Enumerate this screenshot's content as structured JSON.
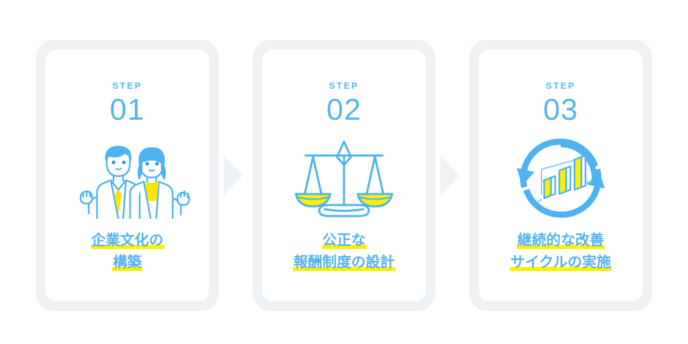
{
  "theme": {
    "accent_blue": "#59b4ef",
    "caption_blue": "#56b2ef",
    "highlight_yellow": "#fff000",
    "frame_gray": "#eef2f5",
    "card_white": "#ffffff",
    "background": "#ffffff"
  },
  "steps": [
    {
      "step_label": "STEP",
      "step_number": "01",
      "icon_name": "two-people-illustration",
      "caption_lines": [
        "企業文化の",
        "構築"
      ]
    },
    {
      "step_label": "STEP",
      "step_number": "02",
      "icon_name": "balance-scale-illustration",
      "caption_lines": [
        "公正な",
        "報酬制度の設計"
      ]
    },
    {
      "step_label": "STEP",
      "step_number": "03",
      "icon_name": "cycle-bar-chart-illustration",
      "caption_lines": [
        "継続的な改善",
        "サイクルの実施"
      ]
    }
  ],
  "connectors": [
    {
      "icon_name": "chevron-right-icon"
    },
    {
      "icon_name": "chevron-right-icon"
    }
  ]
}
